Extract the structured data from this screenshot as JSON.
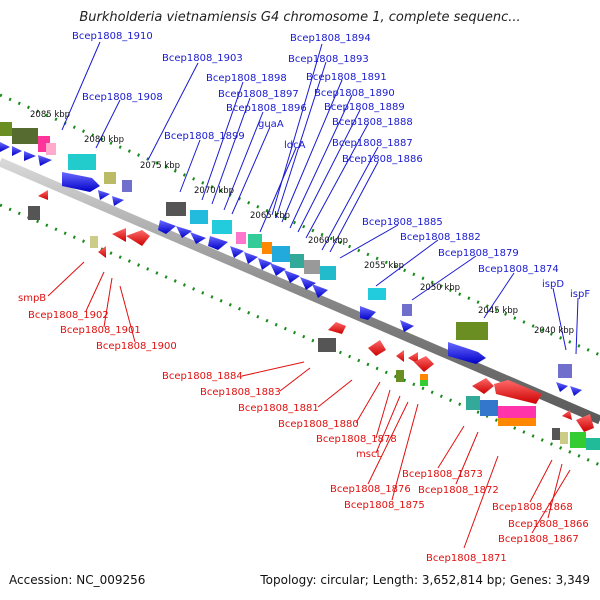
{
  "header": {
    "title": "Burkholderia vietnamiensis G4 chromosome 1, complete sequenc..."
  },
  "footer": {
    "accession": "Accession: NC_009256",
    "topology": "Topology: circular; Length: 3,652,814 bp; Genes: 3,349"
  },
  "scale_ticks": [
    "2085 kbp",
    "2080 kbp",
    "2075 kbp",
    "2070 kbp",
    "2065 kbp",
    "2060 kbp",
    "2055 kbp",
    "2050 kbp",
    "2045 kbp",
    "2040 kbp"
  ],
  "forward_labels": [
    "Bcep1808_1910",
    "Bcep1808_1903",
    "Bcep1808_1894",
    "Bcep1808_1893",
    "Bcep1808_1898",
    "Bcep1808_1891",
    "Bcep1808_1908",
    "Bcep1808_1897",
    "Bcep1808_1890",
    "Bcep1808_1896",
    "Bcep1808_1889",
    "guaA",
    "Bcep1808_1888",
    "Bcep1808_1899",
    "ldcA",
    "Bcep1808_1887",
    "Bcep1808_1886",
    "Bcep1808_1885",
    "Bcep1808_1882",
    "Bcep1808_1879",
    "Bcep1808_1874",
    "ispD",
    "ispF"
  ],
  "reverse_labels": [
    "smpB",
    "Bcep1808_1902",
    "Bcep1808_1901",
    "Bcep1808_1900",
    "Bcep1808_1884",
    "Bcep1808_1883",
    "Bcep1808_1881",
    "Bcep1808_1880",
    "Bcep1808_1878",
    "mscL",
    "Bcep1808_1876",
    "Bcep1808_1875",
    "Bcep1808_1873",
    "Bcep1808_1872",
    "Bcep1808_1868",
    "Bcep1808_1866",
    "Bcep1808_1867",
    "Bcep1808_1871"
  ],
  "colors": {
    "forward_label": "#1a1ad0",
    "reverse_label": "#e01010",
    "backbone": "#808080",
    "forward_gene": "#0000e6",
    "reverse_gene": "#ee0000",
    "tick": "#1a8a1a"
  }
}
